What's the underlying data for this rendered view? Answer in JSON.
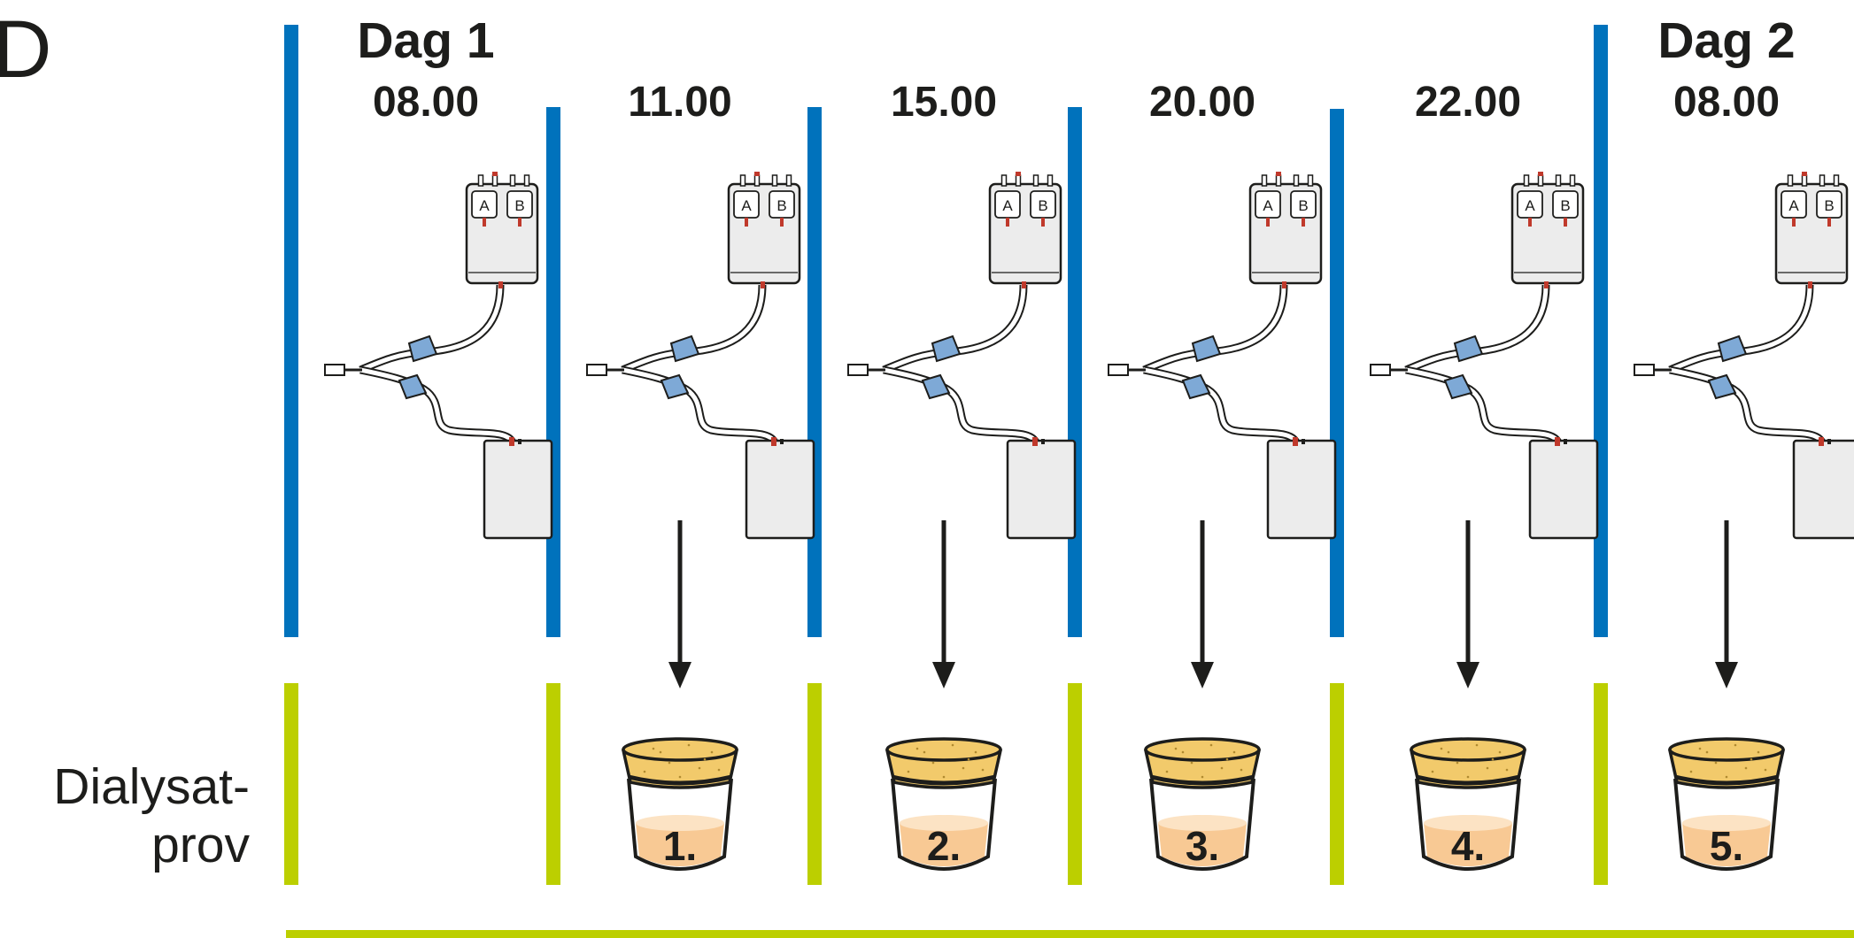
{
  "figure": {
    "panel_letter": "D",
    "row_label_line1": "Dialysat-",
    "row_label_line2": "prov"
  },
  "bag_labels": {
    "a": "A",
    "b": "B"
  },
  "columns": [
    {
      "day": "Dag 1",
      "time": "08.00",
      "sample": ""
    },
    {
      "day": "",
      "time": "11.00",
      "sample": "1."
    },
    {
      "day": "",
      "time": "15.00",
      "sample": "2."
    },
    {
      "day": "",
      "time": "20.00",
      "sample": "3."
    },
    {
      "day": "",
      "time": "22.00",
      "sample": "4."
    },
    {
      "day": "Dag 2",
      "time": "08.00",
      "sample": "5."
    }
  ],
  "colors": {
    "divider_blue": "#0072bc",
    "divider_green": "#bccf00",
    "cup_cap": "#f2ca6b",
    "cup_cap_speckle": "#b08a30",
    "liquid": "#f8c994",
    "liquid_light": "#fce3c4",
    "bag_fill": "#ececec",
    "outline": "#1d1d1b",
    "connector_blue": "#7ea9d6",
    "port_red": "#c0392b"
  }
}
